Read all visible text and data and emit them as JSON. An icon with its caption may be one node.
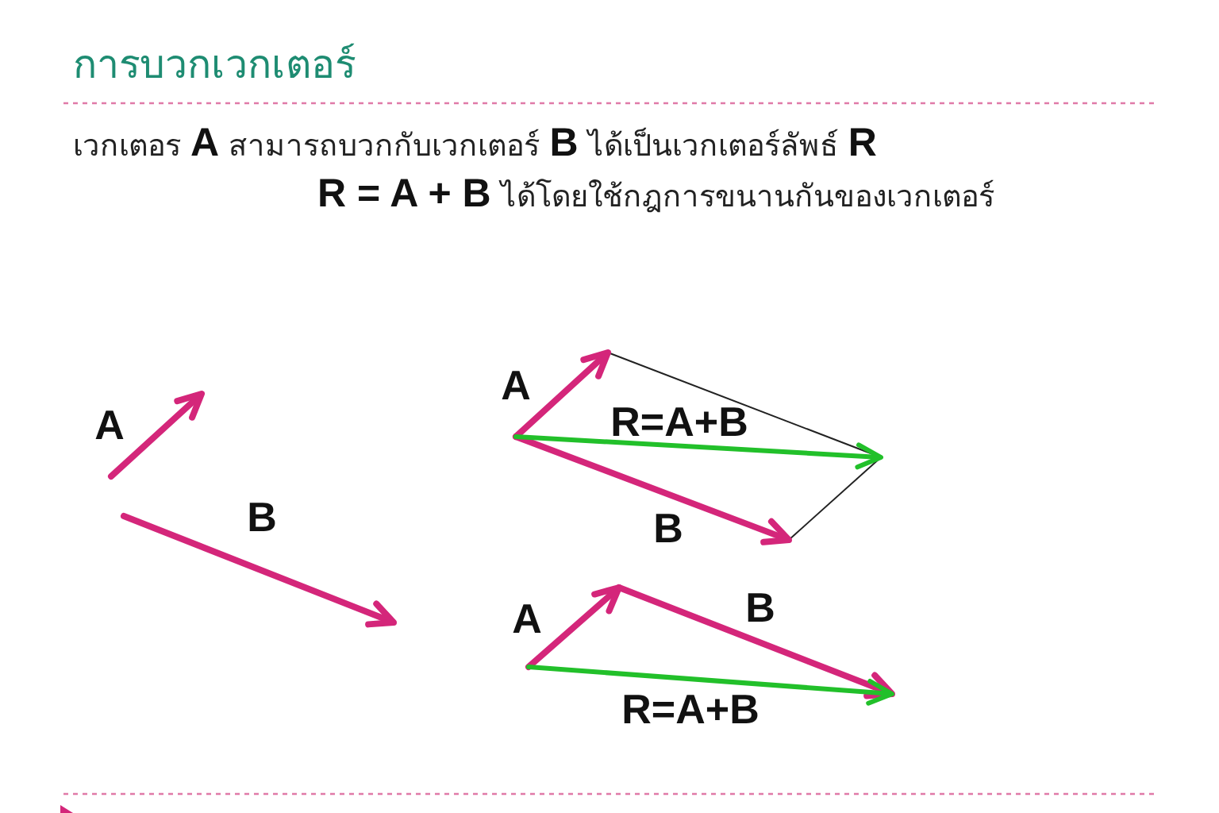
{
  "diagram": {
    "title": "การบวกเวกเตอร์",
    "labels": [
      "เวกเตอร **A** สามารถบวกกับเวกเตอร์ **B** ได้เป็นเวกเตอร์ลัพธ์ **R**",
      "**R = A + B** ได้โดยใช้กฎการขนานกันของเวกเตอร์",
      "A",
      "B",
      "A",
      "R=A+B",
      "B",
      "A",
      "B",
      "R=A+B"
    ]
  }
}
